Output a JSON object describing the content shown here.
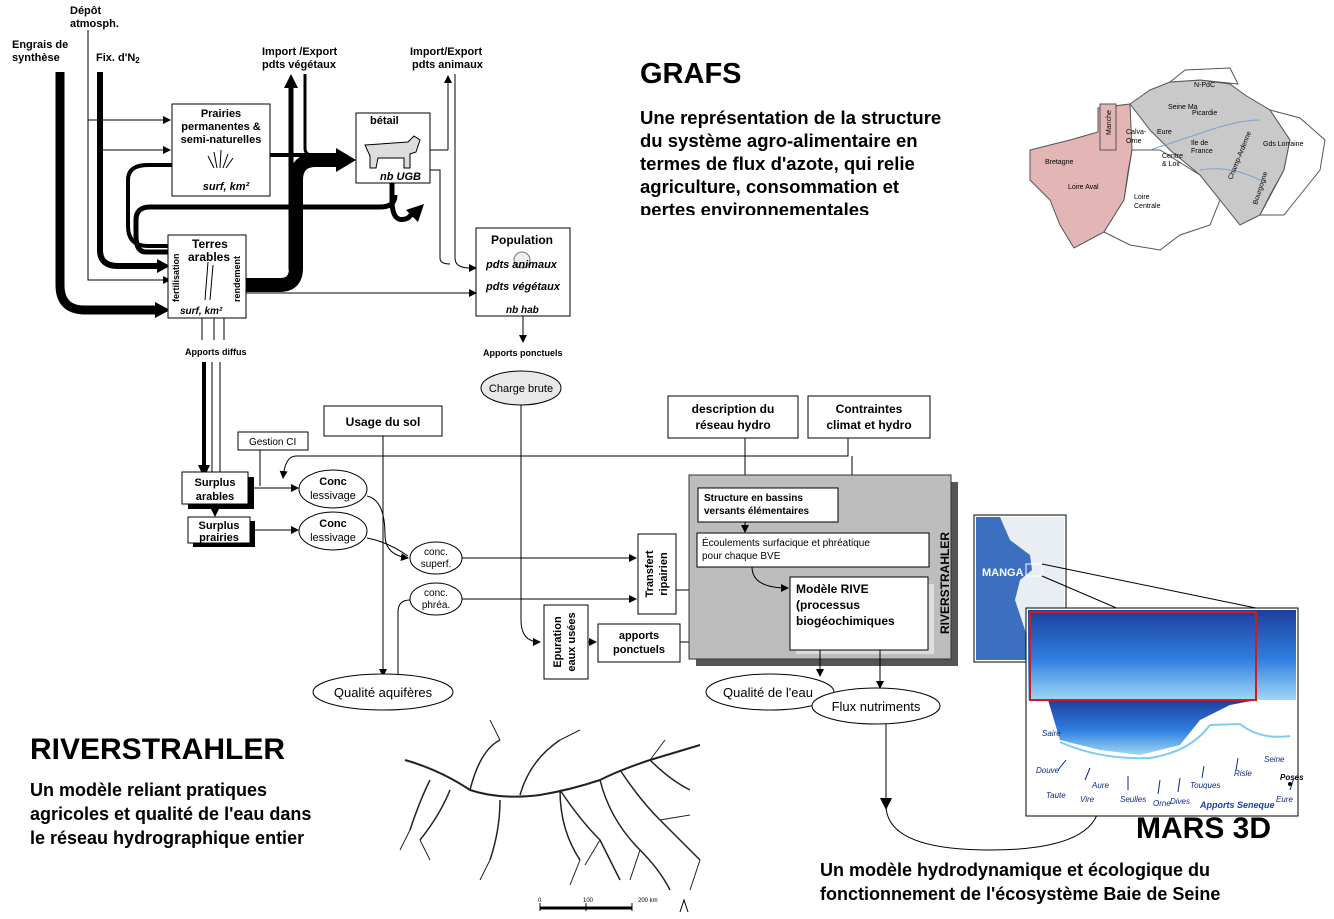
{
  "inputs": {
    "depot": [
      "Dépôt",
      "atmosph."
    ],
    "engrais": [
      "Engrais de",
      "synthèse"
    ],
    "fix": "Fix. d'N",
    "fix_sub": "2"
  },
  "grafs_diagram": {
    "import_veg": [
      "Import /Export",
      "pdts végétaux"
    ],
    "import_anim": [
      "Import/Export",
      "pdts animaux"
    ],
    "prairies": [
      "Prairies",
      "permanentes &",
      "semi-naturelles"
    ],
    "prairies_unit": "surf, km²",
    "betail": "bétail",
    "betail_unit": "nb UGB",
    "terres": [
      "Terres",
      "arables"
    ],
    "fertilisation": "fertilisation",
    "rendement": "rendement",
    "terres_unit": "surf, km²",
    "population": "Population",
    "pop_anim": "pdts animaux",
    "pop_veg": "pdts végétaux",
    "pop_unit": "nb hab",
    "apports_diffus": "Apports diffus",
    "apports_ponctuels": "Apports ponctuels"
  },
  "riverstrahler_diagram": {
    "charge_brute": "Charge brute",
    "usage_sol": "Usage du sol",
    "gestion_ci": "Gestion CI",
    "description": [
      "description  du",
      "réseau hydro"
    ],
    "contraintes": [
      "Contraintes",
      "climat et hydro"
    ],
    "surplus_arables": [
      "Surplus",
      "arables"
    ],
    "surplus_prairies": [
      "Surplus",
      "prairies"
    ],
    "conc_lessivage": [
      "Conc",
      "lessivage"
    ],
    "conc_superf": [
      "conc.",
      "superf."
    ],
    "conc_phrea": [
      "conc.",
      "phréa."
    ],
    "transfert": [
      "Transfert",
      "ripairien"
    ],
    "epuration": [
      "Epuration",
      "eaux usées"
    ],
    "apports_ponctuels": [
      "apports",
      "ponctuels"
    ],
    "structure": [
      "Structure en bassins",
      "versants élémentaires"
    ],
    "ecoulements": [
      "Écoulements surfacique et phréatique",
      "pour chaque BVE"
    ],
    "rive": [
      "Modèle RIVE",
      "(processus",
      "biogéochimiques"
    ],
    "riverstrahler_vertical": "RIVERSTRAHLER",
    "qualite_aquiferes": "Qualité aquifères",
    "qualite_eau": "Qualité de l'eau",
    "flux_nutriments": "Flux nutriments"
  },
  "grafs": {
    "title": "GRAFS",
    "desc": [
      "Une représentation de la structure",
      "du système agro-alimentaire en",
      "termes de flux d'azote, qui relie",
      "agriculture, consommation et",
      "pertes environnementales"
    ]
  },
  "regions_map": {
    "labels": [
      "N-PdC",
      "Seine Ma",
      "Picardie",
      "Manche",
      "Calva-",
      "Orne",
      "Eure",
      "Ile de",
      "France",
      "Champ-Ardenne",
      "Gds Lorraine",
      "Bretagne",
      "Centre",
      "& Loir",
      "Bourgogne",
      "Loire Aval",
      "Loire",
      "Centrale"
    ]
  },
  "riverstrahler": {
    "title": "RIVERSTRAHLER",
    "desc": [
      "Un modèle reliant pratiques",
      "agricoles et qualité de l'eau dans",
      "le réseau hydrographique entier"
    ]
  },
  "river_map": {
    "scale": [
      "0",
      "100",
      "200 km"
    ]
  },
  "mars": {
    "title": "MARS 3D",
    "desc": [
      "Un modèle hydrodynamique et écologique du",
      "fonctionnement de l'écosystème Baie de Seine"
    ]
  },
  "bay_map": {
    "manga": "MANGA",
    "places": [
      "Saire",
      "Douve",
      "Taute",
      "Aure",
      "Vire",
      "Seulles",
      "Orne",
      "Dives",
      "Touques",
      "Risle",
      "Seine",
      "Poses",
      "Eure"
    ],
    "apports": "Apports Seneque"
  }
}
